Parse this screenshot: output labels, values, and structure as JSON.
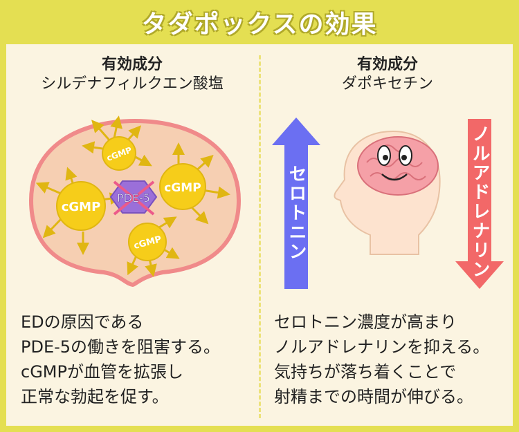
{
  "title": "タダポックスの効果",
  "left": {
    "heading": "有効成分",
    "ingredient": "シルデナフィルクエン酸塩",
    "labels": {
      "cgmp": "cGMP",
      "pde5": "PDE-5"
    },
    "description": [
      "EDの原因である",
      "PDE-5の働きを阻害する。",
      "cGMPが血管を拡張し",
      "正常な勃起を促す。"
    ]
  },
  "right": {
    "heading": "有効成分",
    "ingredient": "ダポキセチン",
    "up_label": "セロトニン",
    "down_label": "ノルアドレナリン",
    "description": [
      "セロトニン濃度が高まり",
      "ノルアドレナリンを抑える。",
      "気持ちが落ち着くことで",
      "射精までの時間が伸びる。"
    ]
  },
  "colors": {
    "background": "#e4df52",
    "panel": "#fbf4e1",
    "cell_fill": "#f6cfb2",
    "cell_border": "#f08a8a",
    "cgmp": "#f6cd1a",
    "pde5": "#9b6fd9",
    "up_arrow": "#6b6ff2",
    "down_arrow": "#f26868",
    "brain": "#f5a0a7"
  }
}
